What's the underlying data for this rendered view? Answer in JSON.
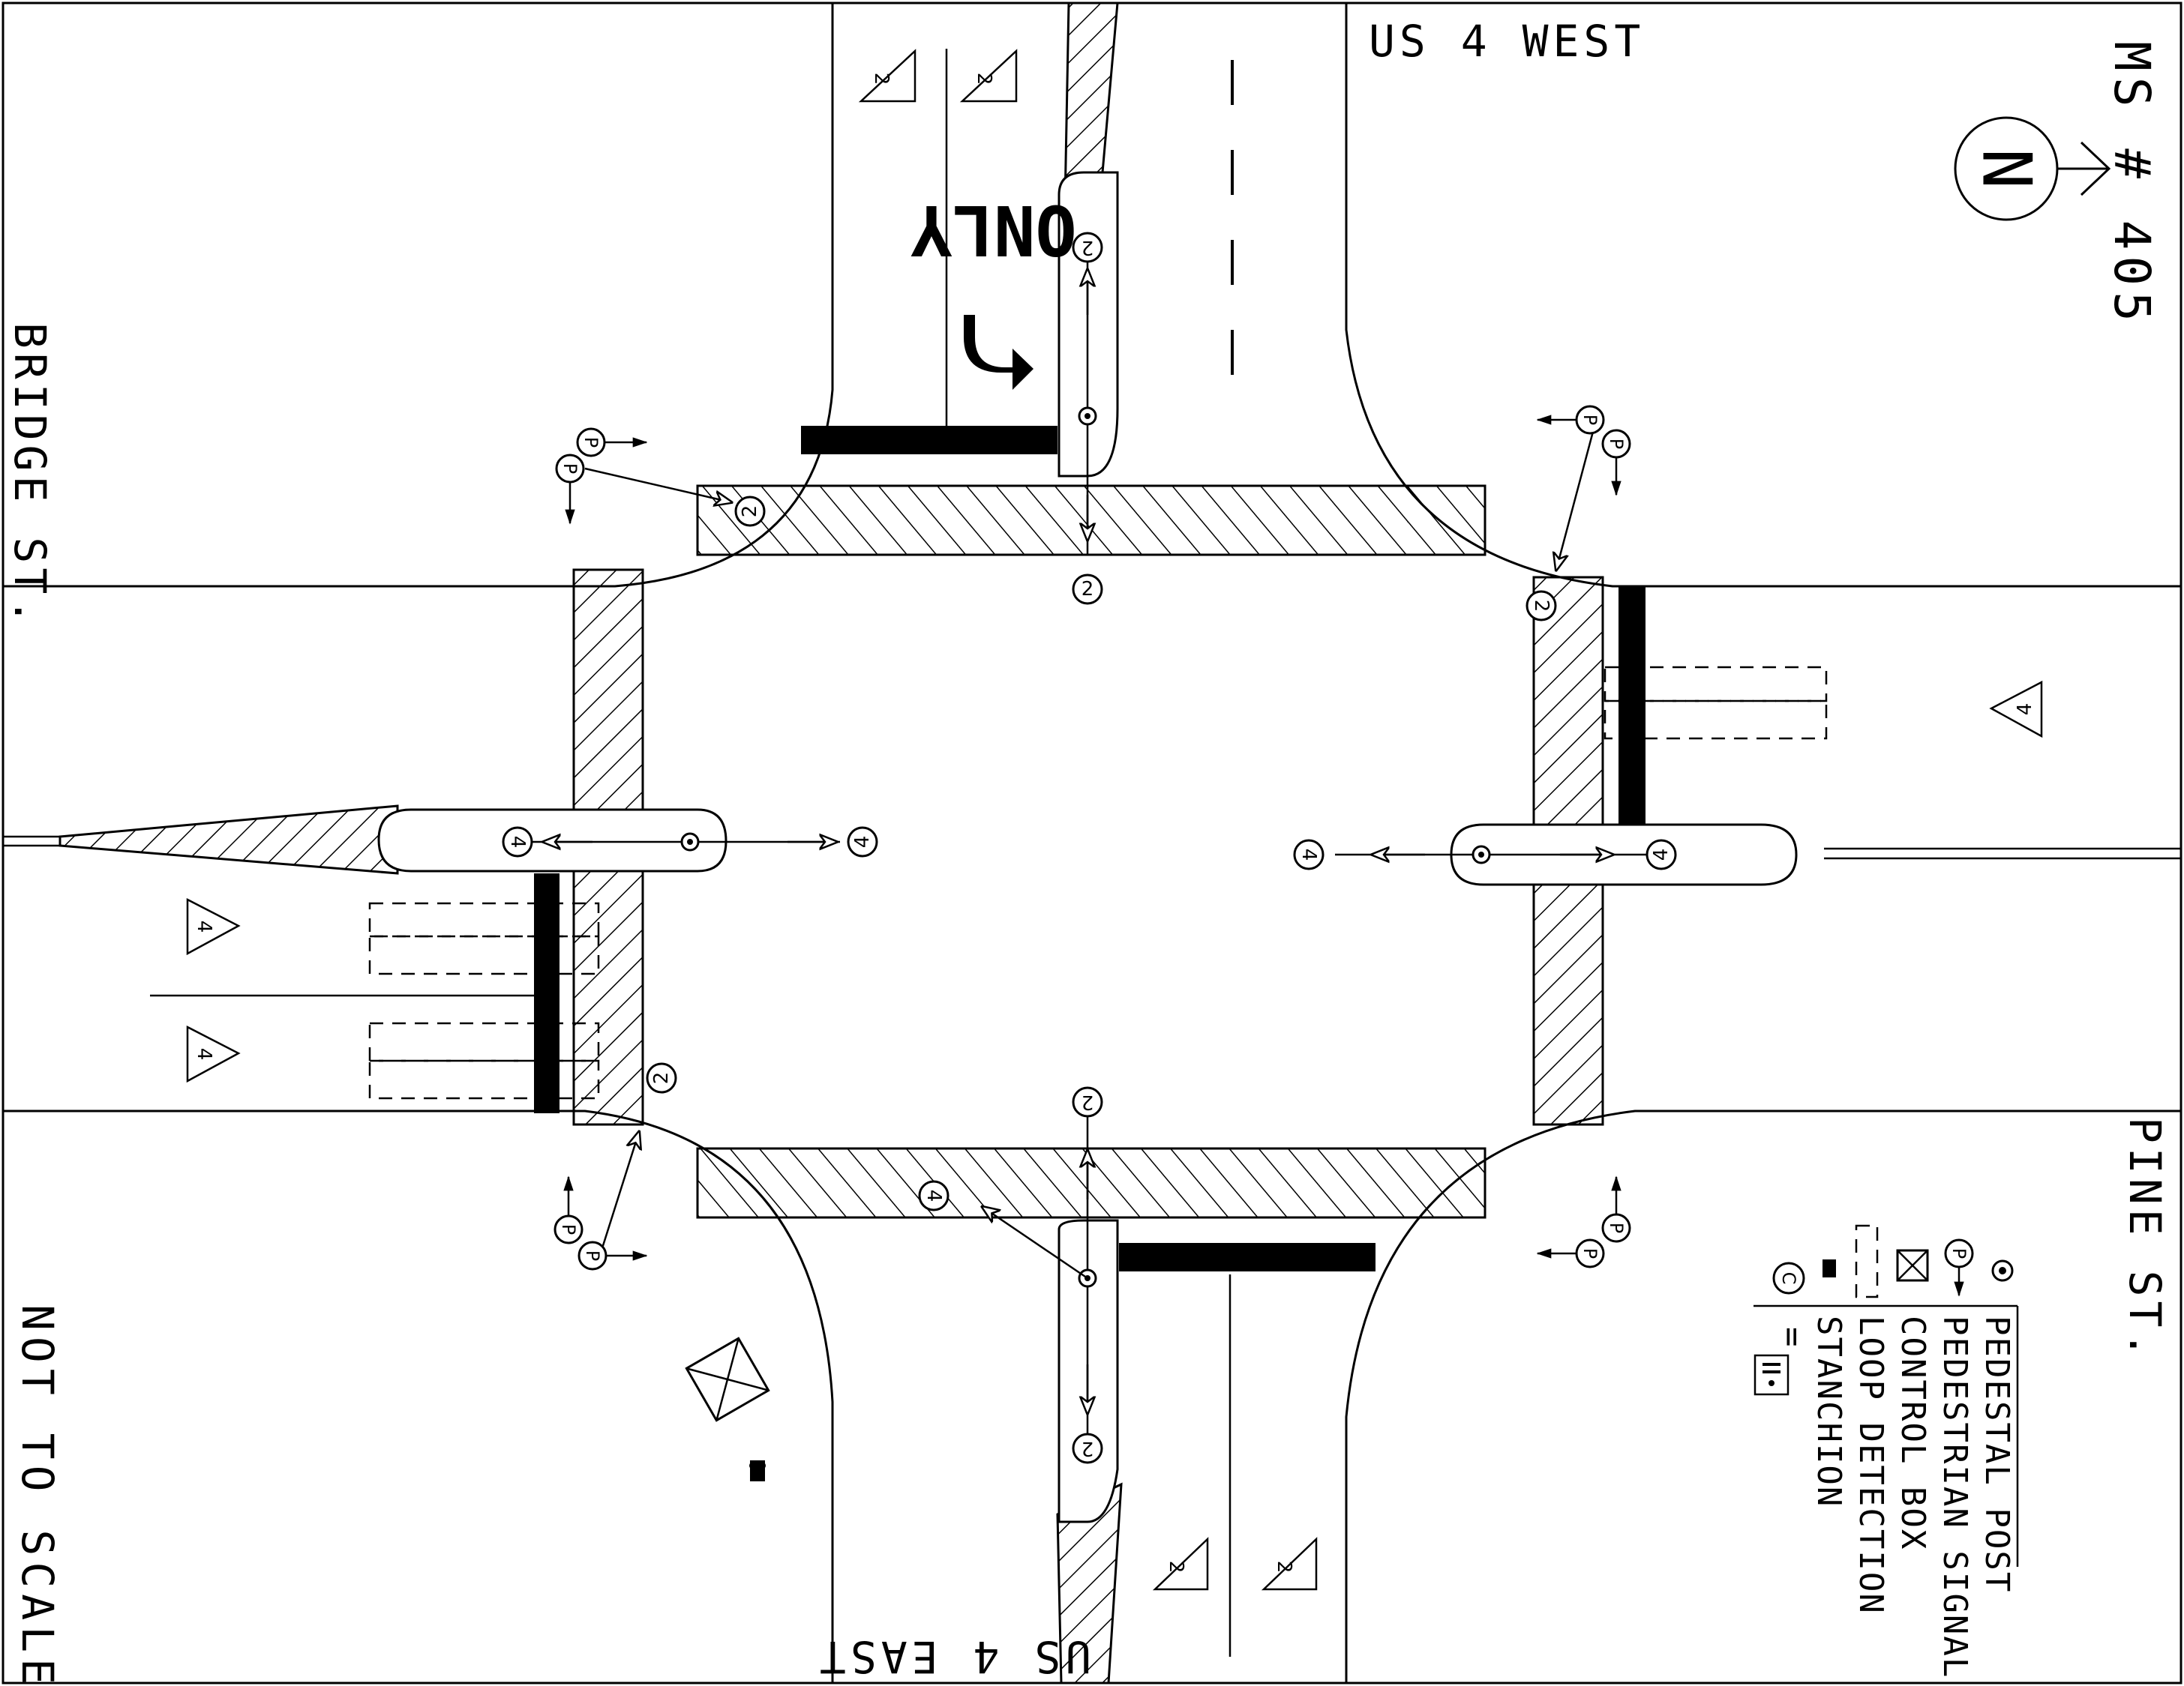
{
  "labels": {
    "us4_west": "US 4 WEST",
    "us4_east": "US 4 EAST",
    "bridge_st": "BRIDGE ST.",
    "pine_st": "PINE ST.",
    "ms_number": "MS # 405",
    "north": "N",
    "not_to_scale": "NOT TO SCALE",
    "only": "ONLY"
  },
  "legend": {
    "items": [
      "PEDESTAL POST",
      "PEDESTRIAN SIGNAL",
      "CONTROL BOX",
      "LOOP DETECTION",
      "STANCHION"
    ],
    "stanchion_prefix": "C",
    "stanchion_equals": "=",
    "ped_signal_letter": "P"
  },
  "phases": {
    "north_heads": [
      "2",
      "2"
    ],
    "south_heads": [
      "2",
      "2"
    ],
    "west_heads": [
      "4",
      "4"
    ],
    "east_heads": [
      "4",
      "4"
    ],
    "corner_nw": "2",
    "corner_ne": "2",
    "corner_sw": "2",
    "corner_se": "4",
    "tri_north": [
      "2",
      "2"
    ],
    "tri_south": [
      "2",
      "2"
    ],
    "tri_west": [
      "4",
      "4"
    ],
    "tri_east": "4"
  }
}
